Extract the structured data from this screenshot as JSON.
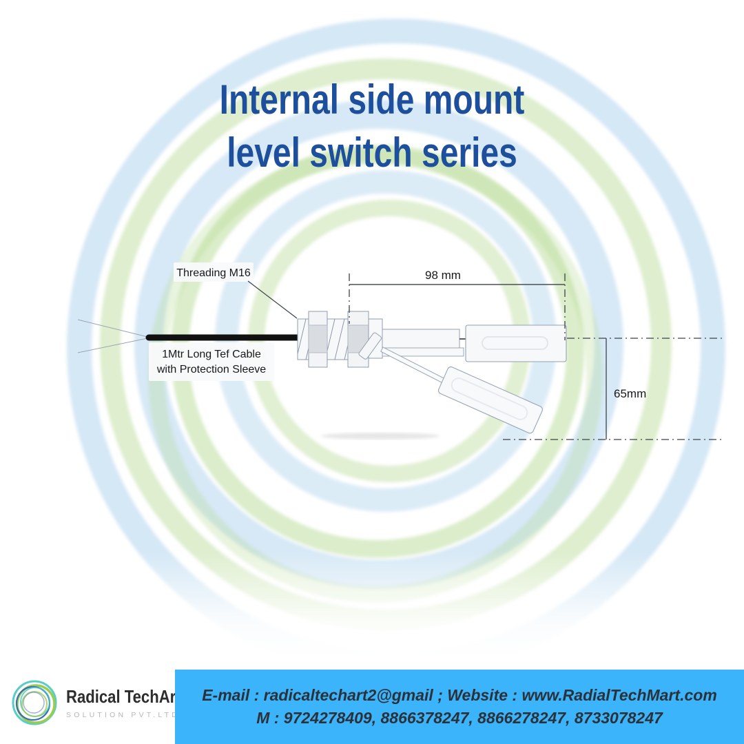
{
  "title": {
    "line1": "Internal side mount",
    "line2": "level switch series"
  },
  "diagram": {
    "labels": {
      "threading": "Threading M16",
      "cable_line1": "1Mtr Long Tef Cable",
      "cable_line2": "with Protection Sleeve",
      "dim_length": "98 mm",
      "dim_height": "65mm"
    }
  },
  "footer": {
    "contact_line1": "E-mail : radicaltechart2@gmail ; Website : www.RadialTechMart.com",
    "contact_line2": "M : 9724278409, 8866378247, 8866278247, 8733078247",
    "logo": {
      "name": "Radical TechArt",
      "subtitle": "SOLUTION PVT.LTD.",
      "icon": "concentric-rings-icon"
    }
  },
  "colors": {
    "title_blue": "#1d4f9c",
    "contact_bar_blue": "#3cb4fb",
    "contact_text": "#2b3138",
    "ring_green": "#b0d68a",
    "ring_blue": "#96c6e8",
    "logo_teal": "#46c8c2",
    "logo_green": "#9ccb52",
    "logo_blue": "#3a6cb3",
    "cable_black": "#111111",
    "diagram_outline": "#8f9cad"
  }
}
